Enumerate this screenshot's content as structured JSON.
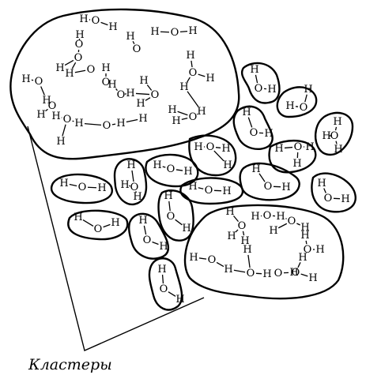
{
  "diagram": {
    "caption": "Кластеры",
    "atoms": {
      "oxygen": "O",
      "hydrogen": "H"
    },
    "colors": {
      "ink": "#000000",
      "background": "#ffffff"
    }
  }
}
